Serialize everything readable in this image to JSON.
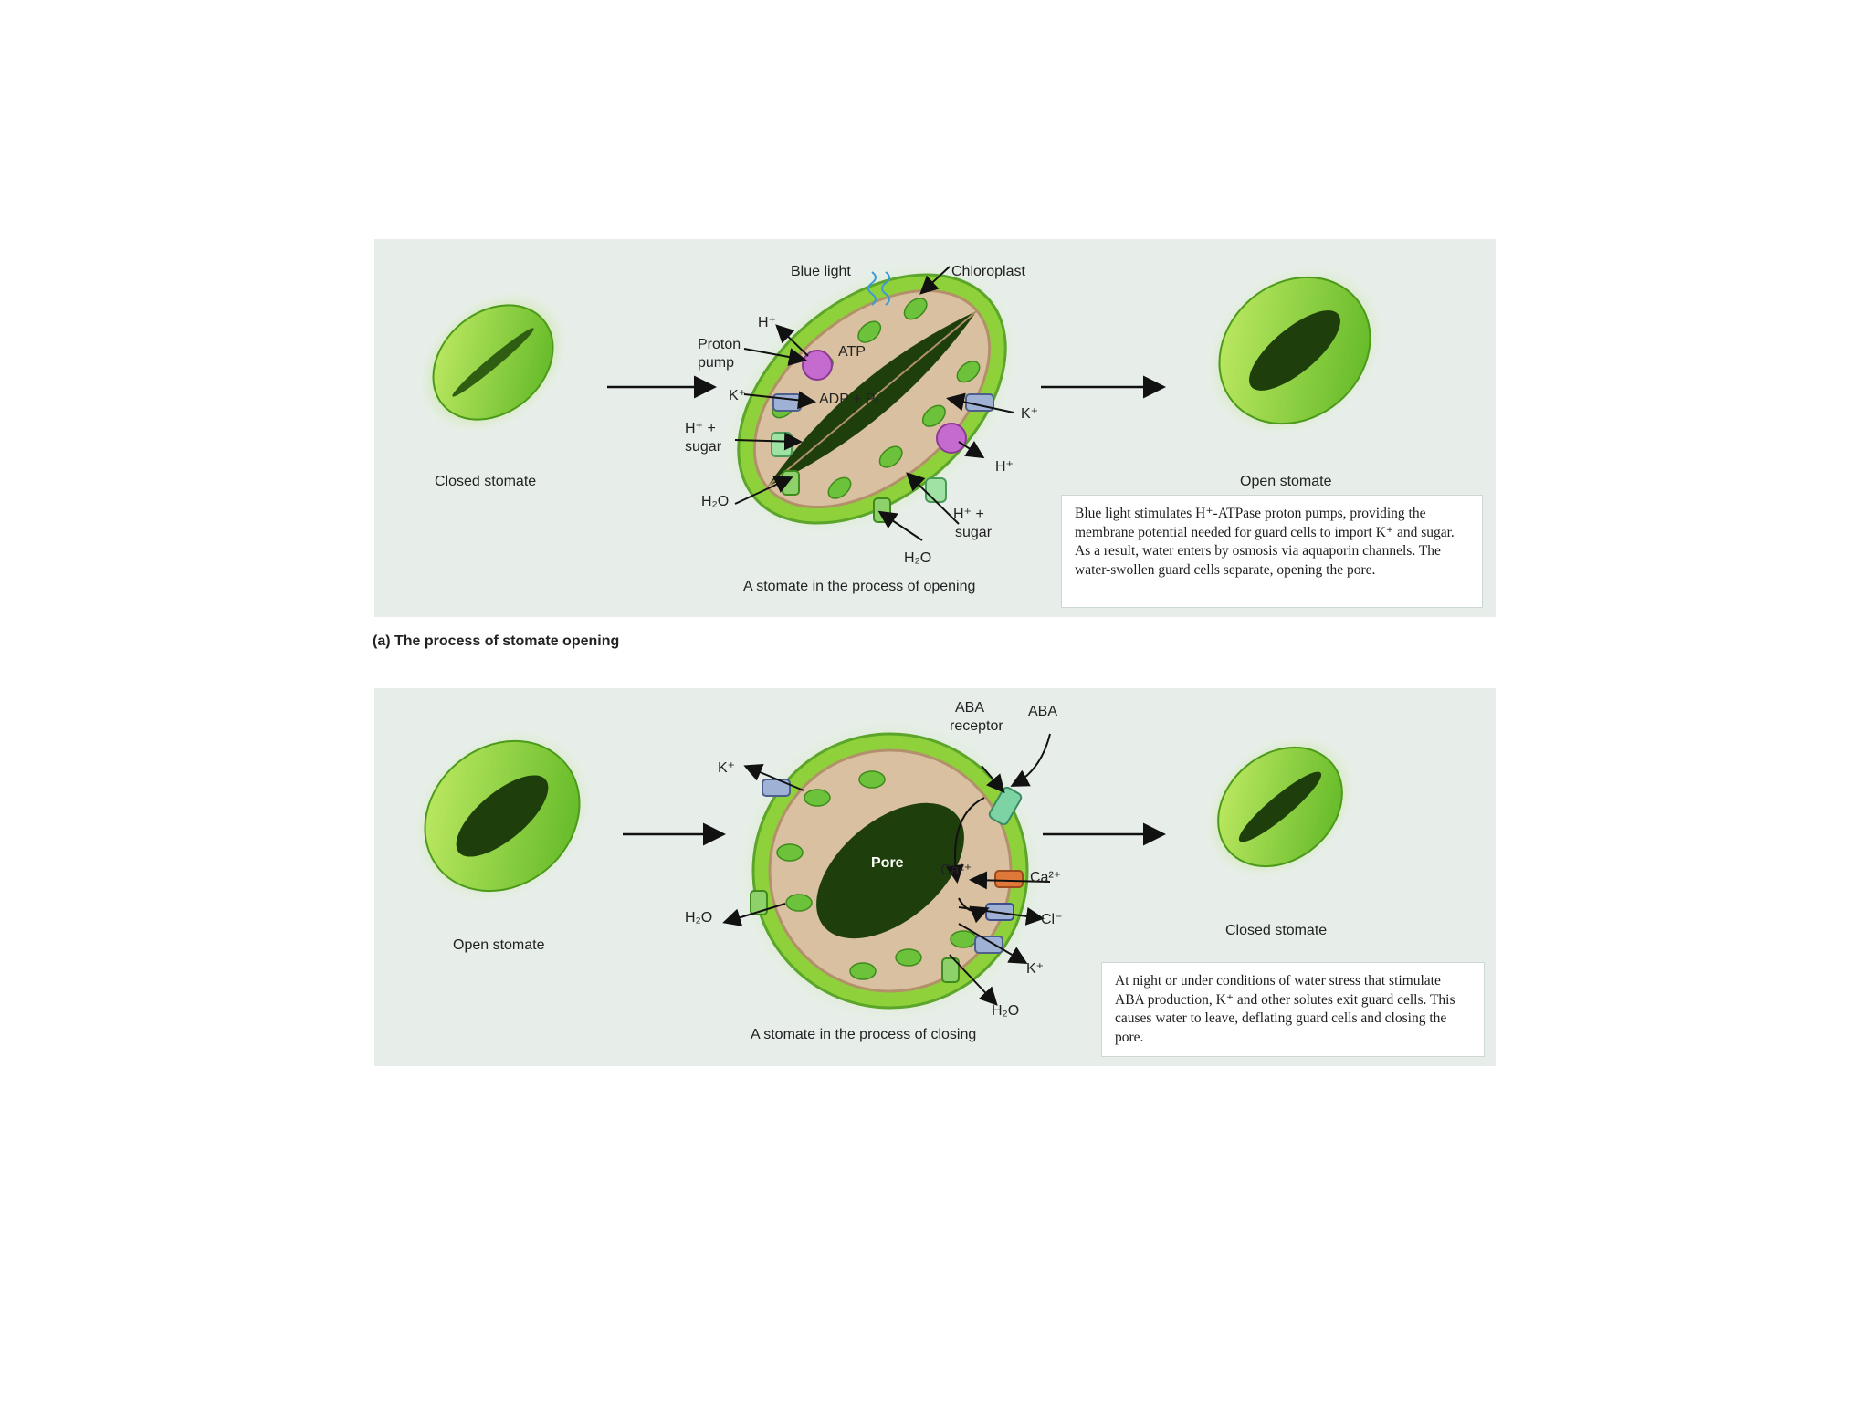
{
  "panel_a": {
    "labels": {
      "blue_light": "Blue light",
      "chloroplast": "Chloroplast",
      "h_plus_top": "H⁺",
      "proton": "Proton",
      "pump": "pump",
      "atp": "ATP",
      "adp": "ADP + Pᵢ",
      "k_in": "K⁺",
      "h_sugar_1": "H⁺ +",
      "sugar_1": "sugar",
      "h2o_left": "H₂O",
      "k_right": "K⁺",
      "h_plus_right": "H⁺",
      "h_sugar_2": "H⁺ +",
      "sugar_2": "sugar",
      "h2o_bottom": "H₂O",
      "closed_stomate": "Closed stomate",
      "open_stomate": "Open stomate",
      "process": "A stomate in the process of opening"
    },
    "note": "Blue light stimulates H⁺-ATPase proton pumps, providing the membrane potential needed for guard cells to import K⁺ and sugar. As a result, water enters by osmosis via aquaporin channels. The water-swollen guard cells separate, opening the pore.",
    "caption": "(a) The process of stomate opening"
  },
  "panel_b": {
    "labels": {
      "aba_receptor_1": "ABA",
      "aba_receptor_2": "receptor",
      "aba": "ABA",
      "k_out": "K⁺",
      "pore": "Pore",
      "ca_in": "Ca²⁺",
      "ca_out": "Ca²⁺",
      "cl": "Cl⁻",
      "k_out_2": "K⁺",
      "h2o_left": "H₂O",
      "h2o_bottom": "H₂O",
      "open_stomate": "Open stomate",
      "closed_stomate": "Closed stomate",
      "process": "A stomate in the process of closing"
    },
    "note": "At night or under conditions of water stress that stimulate ABA production, K⁺ and other solutes exit guard cells. This causes water to leave, deflating guard cells and closing the pore."
  },
  "colors": {
    "panel_bg": "#e7eeea",
    "leaf_green": "#7fcf2a",
    "dark_green": "#2f5d12",
    "membrane_tan": "#d9c0a0",
    "pump_pink": "#c56bd0",
    "channel_blue": "#7a8fb8"
  }
}
